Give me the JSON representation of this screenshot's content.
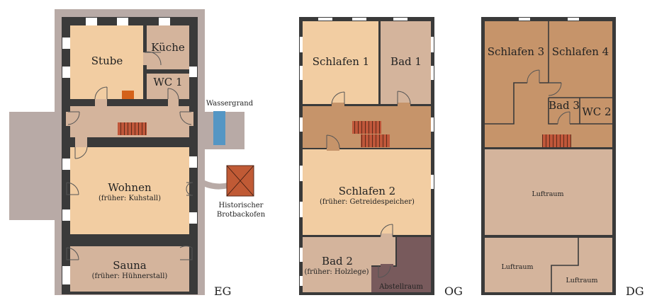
{
  "colors": {
    "wall": "#3a3a3a",
    "ground": "#b8aaa6",
    "room_light": "#f2cda2",
    "room_mid": "#d4b49c",
    "room_dark": "#c6946a",
    "storage": "#785a5c",
    "stairs": "#c0573a",
    "water": "#5496c4"
  },
  "floors": {
    "eg": {
      "label": "EG",
      "rooms": {
        "stube": "Stube",
        "kueche": "Küche",
        "wc1": "WC 1",
        "wohnen": "Wohnen",
        "wohnen_sub": "(früher: Kuhstall)",
        "sauna": "Sauna",
        "sauna_sub": "(früher: Hühnerstall)"
      },
      "outside": {
        "water": "Wassergrand",
        "oven_line1": "Historischer",
        "oven_line2": "Brotbackofen"
      }
    },
    "og": {
      "label": "OG",
      "rooms": {
        "schlafen1": "Schlafen 1",
        "bad1": "Bad 1",
        "schlafen2": "Schlafen 2",
        "schlafen2_sub": "(früher: Getreidespeicher)",
        "bad2": "Bad 2",
        "bad2_sub": "(früher: Holzlege)",
        "abstell": "Abstellraum"
      }
    },
    "dg": {
      "label": "DG",
      "rooms": {
        "schlafen3": "Schlafen 3",
        "schlafen4": "Schlafen 4",
        "bad3": "Bad 3",
        "wc2": "WC 2",
        "luftraum1": "Luftraum",
        "luftraum2": "Luftraum",
        "luftraum3": "Luftraum"
      }
    }
  }
}
